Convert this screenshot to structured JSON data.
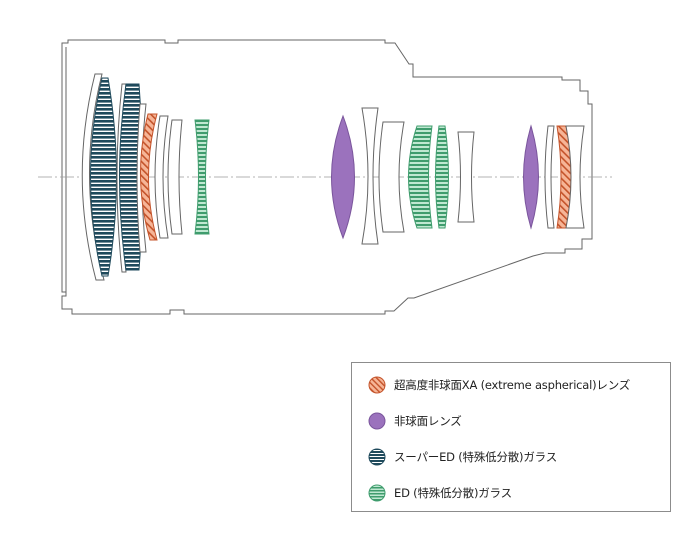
{
  "colors": {
    "xa": "#f3a07a",
    "aspherical": "#9b72bd",
    "super_ed": "#1f4a5c",
    "ed": "#a6dcc0",
    "outline": "#666666",
    "axis": "#9a9a9a"
  },
  "legend": [
    {
      "key": "xa",
      "label": "超高度非球面XA (extreme aspherical)レンズ",
      "pattern": "hatch",
      "color": "#f3a07a",
      "stroke": "#c4532a"
    },
    {
      "key": "aspherical",
      "label": "非球面レンズ",
      "pattern": "solid",
      "color": "#9b72bd",
      "stroke": "#7a559c"
    },
    {
      "key": "super_ed",
      "label": "スーパーED (特殊低分散)ガラス",
      "pattern": "lines",
      "color": "#1f4a5c",
      "stroke": "#1f4a5c"
    },
    {
      "key": "ed",
      "label": "ED (特殊低分散)ガラス",
      "pattern": "lines",
      "color": "#a6dcc0",
      "stroke": "#3f9c6d"
    }
  ]
}
